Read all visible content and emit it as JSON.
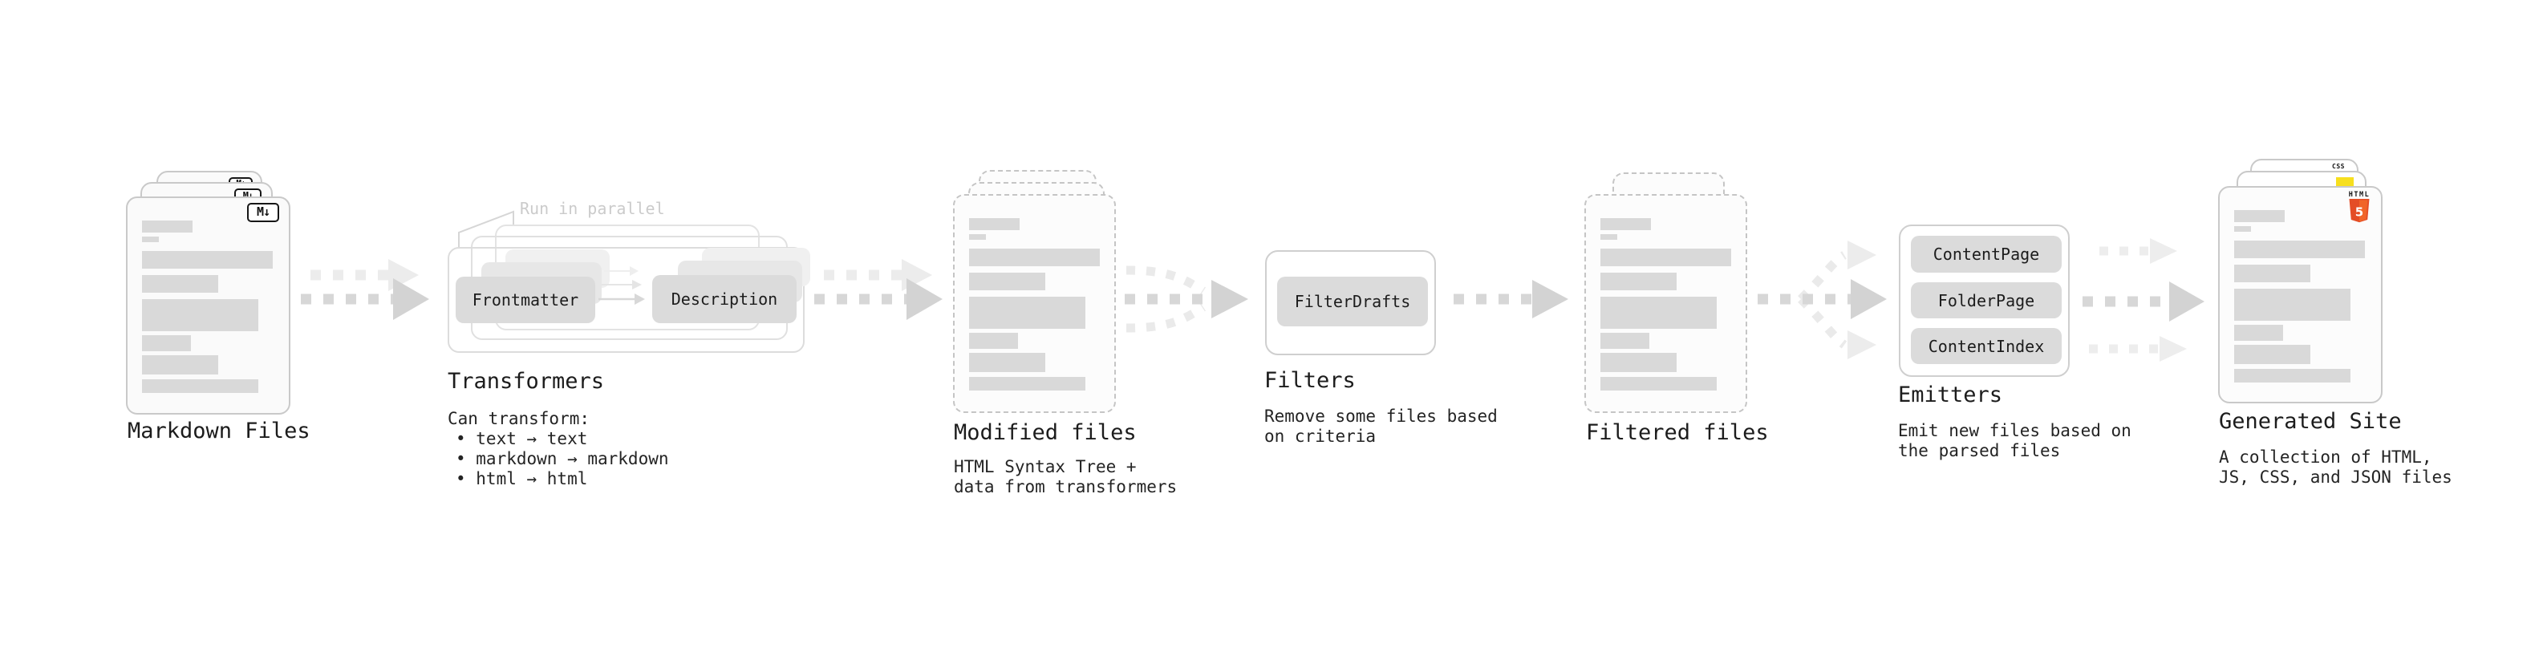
{
  "markdown_files": {
    "label": "Markdown Files",
    "file_badge": "M↓"
  },
  "transformers": {
    "label": "Transformers",
    "note": "Run in parallel",
    "plugin_from": "Frontmatter",
    "plugin_to": "Description",
    "desc_title": "Can transform:",
    "bullet_1": "• text → text",
    "bullet_2": "• markdown → markdown",
    "bullet_3": "• html → html"
  },
  "modified_files": {
    "label": "Modified files",
    "desc_1": "HTML Syntax Tree +",
    "desc_2": "data from transformers"
  },
  "filters": {
    "label": "Filters",
    "plugin": "FilterDrafts",
    "desc_1": "Remove some files based",
    "desc_2": "on criteria"
  },
  "filtered_files": {
    "label": "Filtered files"
  },
  "emitters": {
    "label": "Emitters",
    "plugin_1": "ContentPage",
    "plugin_2": "FolderPage",
    "plugin_3": "ContentIndex",
    "desc_1": "Emit new files based on",
    "desc_2": "the parsed files"
  },
  "generated_site": {
    "label": "Generated Site",
    "desc_1": "A collection of HTML,",
    "desc_2": "JS, CSS, and JSON files",
    "html5_word": "HTML",
    "html5_number": "5",
    "css_word": "CSS"
  },
  "colors": {
    "html5_orange": "#e44d26",
    "html5_orange_light": "#f16529",
    "js_yellow": "#f7df1e",
    "css_blue": "#2563eb",
    "arrow_gray": "#d3d3d3",
    "arrow_ghost_gray": "#ececec",
    "plugin_gray": "#dbdbdb",
    "content_bar_gray": "#d9d9d9"
  }
}
